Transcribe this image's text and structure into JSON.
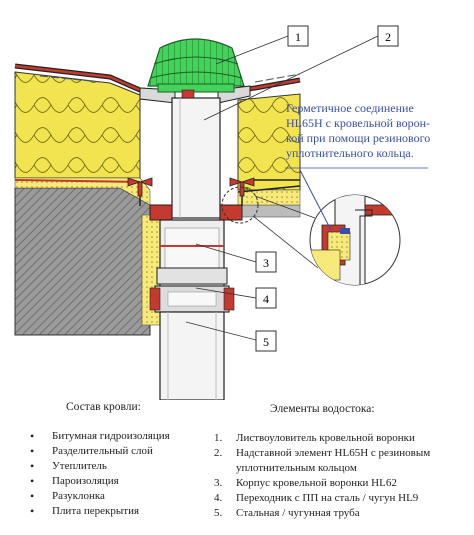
{
  "callouts": [
    {
      "id": "c1",
      "text": "1"
    },
    {
      "id": "c2",
      "text": "2"
    },
    {
      "id": "c3",
      "text": "3"
    },
    {
      "id": "c4",
      "text": "4"
    },
    {
      "id": "c5",
      "text": "5"
    }
  ],
  "annotation": {
    "lines": [
      "Герметичное соединение",
      "HL65H с кровельной ворон-",
      "кой при помощи резинового",
      "уплотнительного кольца."
    ],
    "color": "#3a4fa8"
  },
  "roof_composition": {
    "title": "Состав кровли:",
    "items": [
      "Битумная гидроизоляция",
      "Разделительный слой",
      "Утеплитель",
      "Пароизоляция",
      "Разуклонка",
      "Плита перекрытия"
    ]
  },
  "drain_elements": {
    "title": "Элементы водостока:",
    "items": [
      {
        "num": "1.",
        "lines": [
          "Листвоуловитель кровельной воронки"
        ]
      },
      {
        "num": "2.",
        "lines": [
          "Надставной элемент HL65H с резиновым",
          "уплотнительным кольцом"
        ]
      },
      {
        "num": "3.",
        "lines": [
          "Корпус кровельной воронки HL62"
        ]
      },
      {
        "num": "4.",
        "lines": [
          "Переходник с ПП на сталь / чугун HL9"
        ]
      },
      {
        "num": "5.",
        "lines": [
          "Стальная / чугунная труба"
        ]
      }
    ]
  },
  "colors": {
    "insulation": "#f1e44f",
    "leaf_guard": "#44d35a",
    "slab": "#8c8c8c",
    "membrane": "#c43a2e",
    "pipe": "#f4f4f4",
    "screed": "#f7ea7a"
  }
}
